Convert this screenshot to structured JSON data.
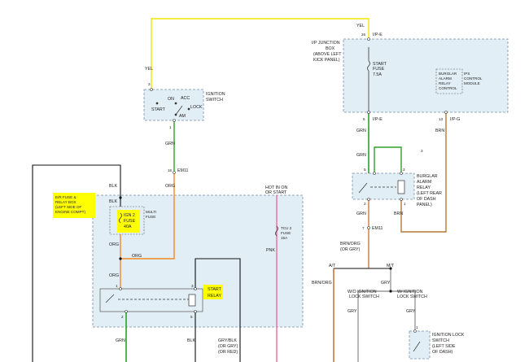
{
  "colors": {
    "box_fill": "#e2eef6",
    "box_stroke": "#7a8ea8",
    "highlight": "#ffff00",
    "yel": "#f2e600",
    "grn": "#2ca02c",
    "org": "#f08a24",
    "brn": "#b07a33",
    "blk": "#111111",
    "pnk": "#f06aa0",
    "gry": "#9a9a9a",
    "brn_org": "#c8621e"
  },
  "ignition": {
    "label_yel": "YEL",
    "pin_top": "3",
    "on": "ON",
    "acc": "ACC",
    "lock": "LOCK",
    "start": "START",
    "am": "AM",
    "switch_label_1": "IGNITION",
    "switch_label_2": "SWITCH",
    "pin_bottom": "1",
    "label_grn": "GRN"
  },
  "em11_upper": {
    "pin": "16",
    "connector": "EM11"
  },
  "er_fuse_box": {
    "callout": [
      "E/R FUSE &",
      "RELAY BOX",
      "(LEFT SIDE OF",
      "ENGINE COMPT)"
    ],
    "label_org": "ORG",
    "label_blk_a": "BLK",
    "label_blk_b": "BLK",
    "ign_fuse": [
      "IGN 2",
      "FUSE",
      "40A"
    ],
    "multi_fuse": [
      "MULTI",
      "FUSE"
    ],
    "label_org_2": "ORG",
    "label_org_3": "ORG",
    "label_org_4": "ORG",
    "hot_label": [
      "HOT IN ON",
      "OR START"
    ],
    "tcu_fuse": [
      "TCU 2",
      "FUSE",
      "15A"
    ],
    "label_pnk": "PNK"
  },
  "start_relay": {
    "label": [
      "START",
      "RELAY"
    ],
    "pin_1": "1",
    "pin_2": "2",
    "pin_3": "3",
    "pin_5": "5"
  },
  "bottom_wires": {
    "grn": "GRN",
    "blk": "BLK",
    "gry_blk": [
      "GRY/BLK",
      "(OR GRY)",
      "(OR RED)"
    ]
  },
  "ip_box": {
    "pin_top": "26",
    "connector_top": "I/P-E",
    "label_yel": "YEL",
    "title": [
      "I/P JUNCTION",
      "BOX",
      "(ABOVE LEFT",
      "KICK PANEL)"
    ],
    "start_fuse": [
      "START",
      "FUSE",
      "7.5A"
    ],
    "burglar_module": [
      "BURGLAR",
      "ALARM",
      "RELAY",
      "CONTROL"
    ],
    "ips_module": [
      "IPS",
      "CONTROL",
      "MODULE"
    ],
    "pin_6": "6",
    "connector_e": "I/P-E",
    "pin_13": "13",
    "connector_g": "I/P-G"
  },
  "burglar_relay": {
    "label_grn_1": "GRN",
    "label_brn_1": "BRN",
    "label_grn_2": "GRN",
    "pin_3a": "3",
    "pin_5": "5",
    "pin_3b": "3",
    "label": [
      "BURGLAR",
      "ALARM",
      "RELAY",
      "(LEFT REAR",
      "OF DASH",
      "PANEL)"
    ],
    "pin_2": "2",
    "pin_1": "1",
    "label_grn_3": "GRN",
    "label_brn_2": "BRN",
    "pin_7": "7",
    "connector": "EM11",
    "label_brn_org": [
      "BRN/ORG",
      "(OR GRY)"
    ],
    "at": "A/T",
    "mt": "M/T"
  },
  "lock_switch": {
    "brn_org": "BRN/ORG",
    "gry_1": "GRY",
    "wo": [
      "W/O IGNITION",
      "LOCK SWITCH"
    ],
    "w": [
      "W/ IGNITION",
      "LOCK SWITCH"
    ],
    "gry_2": "GRY",
    "gry_3": "GRY",
    "pin_1": "1",
    "label": [
      "IGNITION LOCK",
      "SWITCH",
      "(LEFT SIDE",
      "OF DASH)"
    ]
  }
}
